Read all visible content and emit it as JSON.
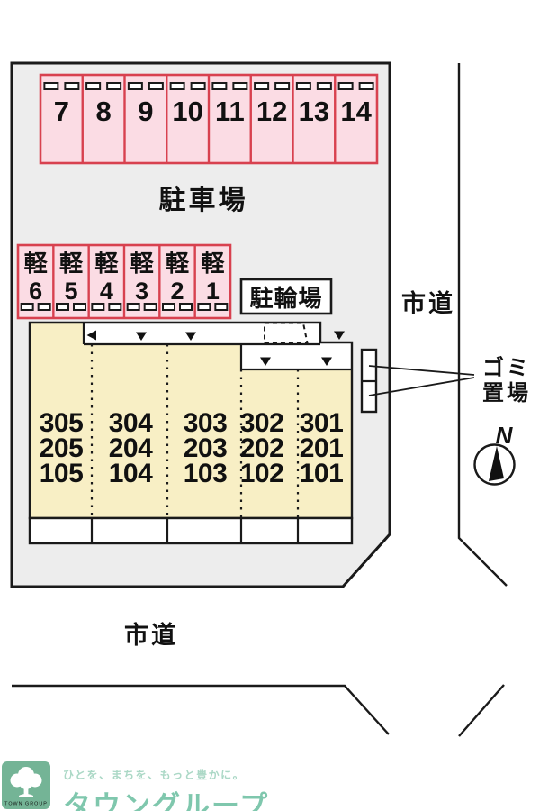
{
  "site": {
    "parking_lot": {
      "label": "駐車場",
      "space_numbers": [
        "7",
        "8",
        "9",
        "10",
        "11",
        "12",
        "13",
        "14"
      ]
    },
    "kei_parking": {
      "char": "軽",
      "space_numbers": [
        "6",
        "5",
        "4",
        "3",
        "2",
        "1"
      ]
    },
    "bicycle_parking": {
      "label": "駐輪場"
    },
    "building": {
      "room_columns": [
        [
          "305",
          "205",
          "105"
        ],
        [
          "304",
          "204",
          "104"
        ],
        [
          "303",
          "203",
          "103"
        ],
        [
          "302",
          "202",
          "102"
        ],
        [
          "301",
          "201",
          "101"
        ]
      ]
    },
    "garbage": {
      "label_line1": "ゴミ",
      "label_line2": "置場"
    },
    "roads": {
      "right": "市道",
      "bottom": "市道"
    },
    "compass": {
      "north": "N"
    }
  },
  "watermark": {
    "tagline": "ひとを、まちを、もっと豊かに。",
    "brand": "タウングループ",
    "logo_caption": "TOWN GROUP"
  },
  "colors": {
    "site_fill": "#ededed",
    "stall_fill": "#fbdce4",
    "stall_border": "#d8414f",
    "building_fill": "#f8efc5",
    "line": "#1a1a1a",
    "logo_green": "#56a47f",
    "brand_green": "#7fc7ad",
    "tagline_green": "#abd8c6"
  }
}
